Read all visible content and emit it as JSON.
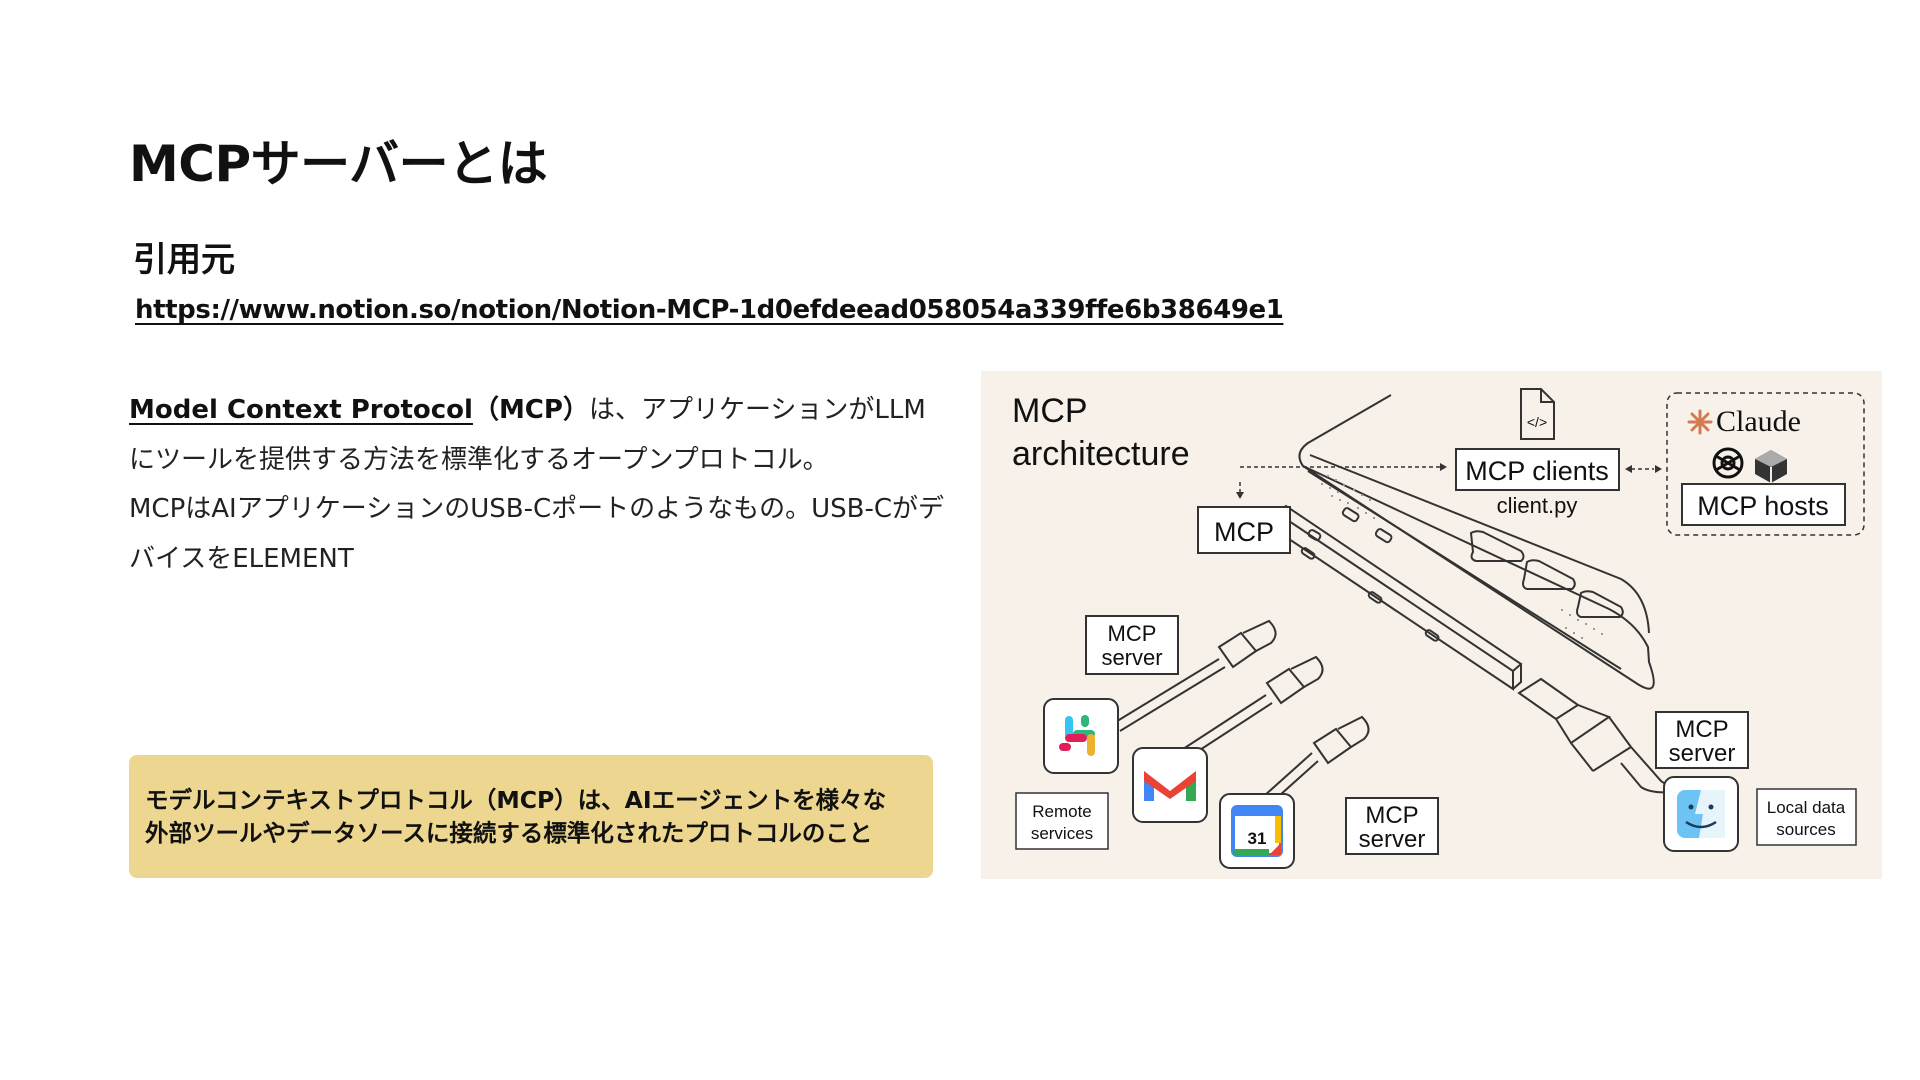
{
  "slide": {
    "title": "MCPサーバーとは",
    "source_heading": "引用元",
    "source_url": "https://www.notion.so/notion/Notion-MCP-1d0efdeead058054a339ffe6b38649e1"
  },
  "body": {
    "term": "Model Context Protocol",
    "abbr": "（MCP）",
    "intro_rest": "は、アプリケーションがLLMにツールを提供する方法を標準化するオープンプロトコル。",
    "analogy": "MCPはAIアプリケーションのUSB-Cポートのようなもの。USB-CがデバイスをELEMENT"
  },
  "callout": {
    "line1": "モデルコンテキストプロトコル（MCP）は、AIエージェントを様々な",
    "line2": "外部ツールやデータソースに接続する標準化されたプロトコルのこと"
  },
  "diagram": {
    "title_line1": "MCP",
    "title_line2": "architecture",
    "mcp_label": "MCP",
    "clients_label": "MCP clients",
    "clients_file": "client.py",
    "claude_label": "Claude",
    "hosts_label": "MCP hosts",
    "server_left_line1": "MCP",
    "server_left_line2": "server",
    "server_bottom_line1": "MCP",
    "server_bottom_line2": "server",
    "server_right_line1": "MCP",
    "server_right_line2": "server",
    "remote_line1": "Remote",
    "remote_line2": "services",
    "local_line1": "Local data",
    "local_line2": "sources",
    "calendar_day": "31",
    "code_glyph": "</>",
    "icons": [
      "file-code-icon",
      "claude-icon",
      "openai-icon",
      "perplexity-icon",
      "slack-icon",
      "gmail-icon",
      "google-calendar-icon",
      "finder-icon"
    ]
  }
}
